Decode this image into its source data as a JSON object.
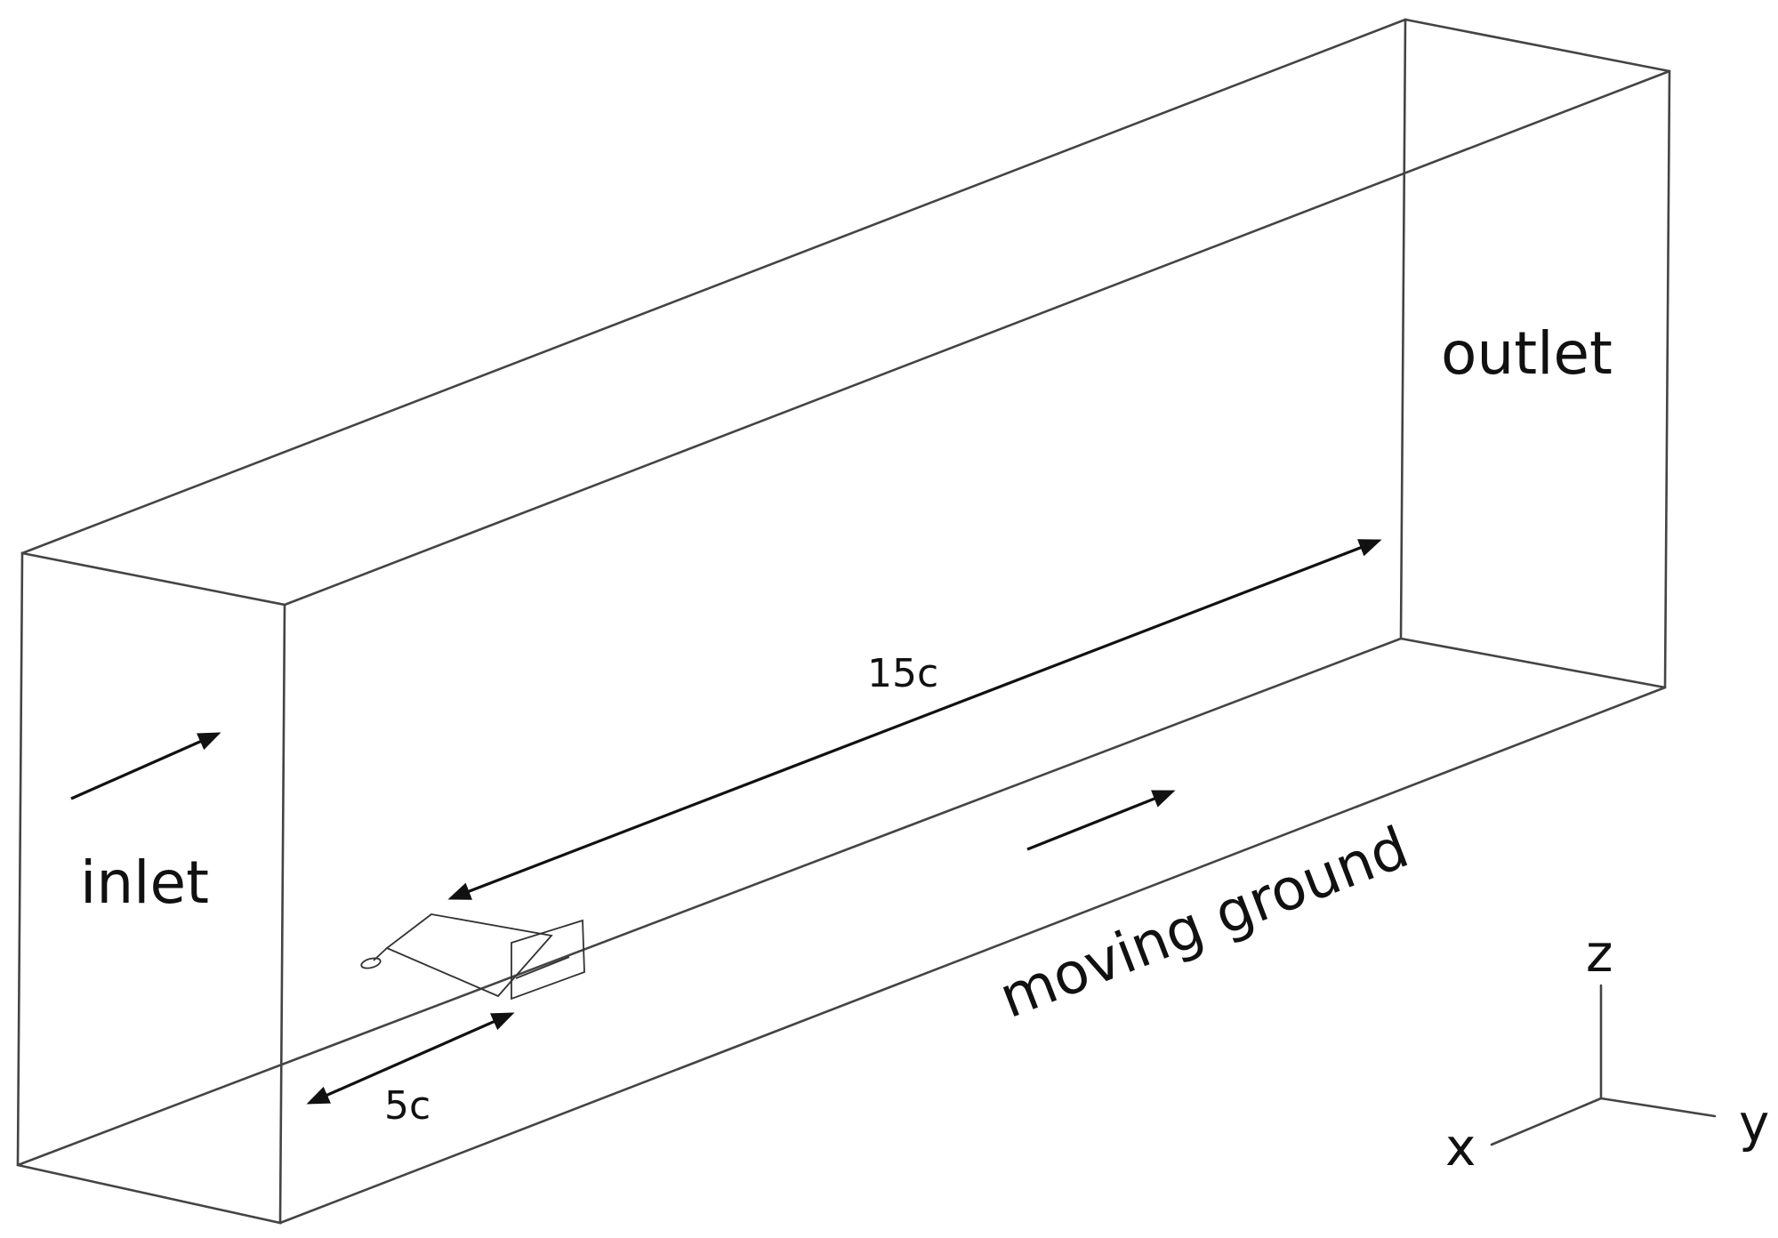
{
  "labels": {
    "inlet": "inlet",
    "outlet": "outlet",
    "moving_ground": "moving ground",
    "dist_downstream": "15c",
    "dist_upstream": "5c"
  },
  "axes": {
    "x": "x",
    "y": "y",
    "z": "z"
  },
  "colors": {
    "edge": "#444444",
    "arrow": "#111111",
    "text": "#111111",
    "background": "#ffffff"
  }
}
